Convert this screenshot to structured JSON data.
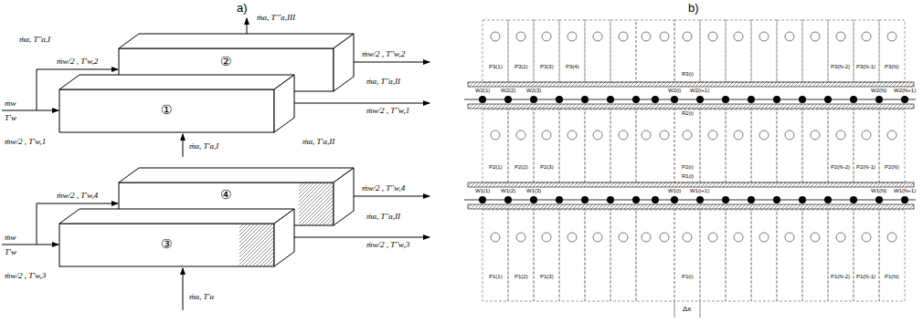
{
  "diagram": {
    "nodes": [
      {
        "text": [
          "①"
        ]
      },
      {
        "text": [
          "②"
        ]
      },
      {
        "text": [
          "③"
        ]
      },
      {
        "text": [
          "④"
        ]
      }
    ],
    "labels": [
      "a)",
      "b)",
      "ṁw",
      "T'w",
      "ṁw/2 , T'w,2",
      "ṁw/2 , T'w,1",
      "ṁw/2 , T''w,2",
      "ṁw/2 , T''w,1",
      "ṁa, T'''a,III",
      "ṁa, T''a,II",
      "ṁa, T''a,I",
      "ṁa, T'a,I",
      "ṁa, T'a,II",
      "ṁw",
      "T'w",
      "ṁw/2 , T'w,4",
      "ṁw/2 , T'w,3",
      "ṁw/2 , T''w,4",
      "ṁw/2 , T''w,3",
      "ṁa, T''a,II",
      "ṁa, T'a",
      "P3(1)",
      "P3(2)",
      "P3(3)",
      "P3(4)",
      "P3(N-2)",
      "P3(N-1)",
      "P3(N)",
      "R3(i)",
      "W2(1)",
      "W2(2)",
      "W2(3)",
      "W2(i)",
      "W2(i+1)",
      "W2(N)",
      "W2(N+1)",
      "R2(i)",
      "P2(1)",
      "P2(2)",
      "P2(3)",
      "P2(i)",
      "P2(N-2)",
      "P2(N-1)",
      "P2(N)",
      "R1(i)",
      "W1(1)",
      "W1(2)",
      "W1(3)",
      "W1(i)",
      "W1(i+1)",
      "W1(N)",
      "W1(N+1)",
      "P1(1)",
      "P1(2)",
      "P1(3)",
      "P1(i)",
      "P1(N-2)",
      "P1(N-1)",
      "P1(N)",
      "Δx"
    ]
  }
}
